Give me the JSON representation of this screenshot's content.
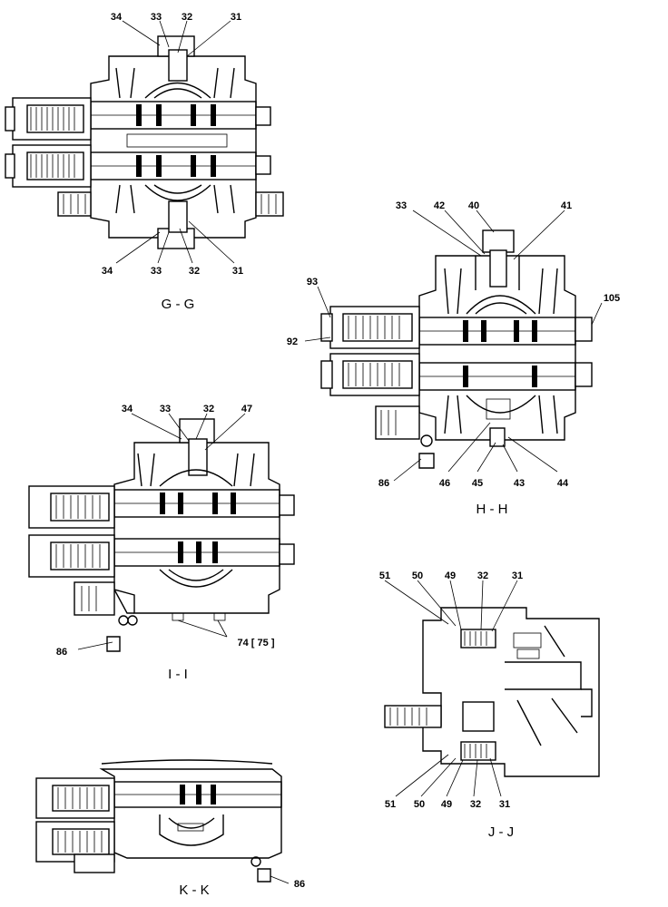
{
  "views": {
    "gg": {
      "title": "G - G",
      "top_labels": [
        "34",
        "33",
        "32",
        "31"
      ],
      "bottom_labels": [
        "34",
        "33",
        "32",
        "31"
      ]
    },
    "hh": {
      "title": "H - H",
      "top_labels": [
        "33",
        "42",
        "40",
        "41"
      ],
      "side_labels": [
        "93",
        "92",
        "105"
      ],
      "bottom_labels": [
        "86",
        "46",
        "45",
        "43",
        "44"
      ]
    },
    "ii": {
      "title": "I - I",
      "top_labels": [
        "34",
        "33",
        "32",
        "47"
      ],
      "bottom_labels": [
        "86",
        "74 [ 75 ]"
      ]
    },
    "jj": {
      "title": "J - J",
      "top_labels": [
        "51",
        "50",
        "49",
        "32",
        "31"
      ],
      "bottom_labels": [
        "51",
        "50",
        "49",
        "32",
        "31"
      ]
    },
    "kk": {
      "title": "K - K",
      "labels": [
        "86"
      ]
    }
  }
}
